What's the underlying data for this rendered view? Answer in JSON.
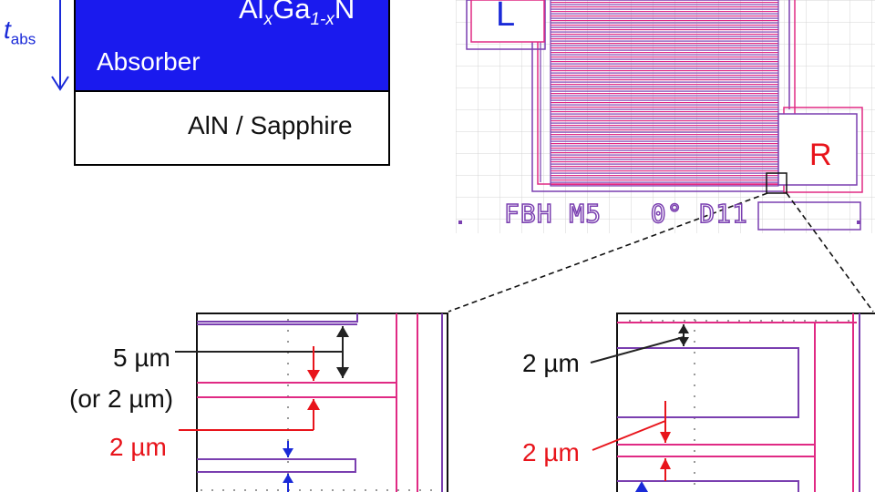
{
  "layer_stack": {
    "thickness_label": "t",
    "thickness_subscript": "abs",
    "absorber_formula": {
      "a": "Al",
      "x": "x",
      "b": "Ga",
      "sub": "1-x",
      "c": "N"
    },
    "absorber_label": "Absorber",
    "substrate_label": "AlN / Sapphire"
  },
  "device_layout": {
    "pad_left_label": "L",
    "pad_right_label": "R",
    "chip_marking": "FBH M5   0° D11",
    "colors": {
      "purple": "#7a3fb0",
      "pink": "#e02a84",
      "grid": "#d4d4d4"
    }
  },
  "zoom_left": {
    "pitch_label": "5 µm",
    "pitch_alt_label": "(or 2 µm)",
    "finger_width_label": "2 µm"
  },
  "zoom_right": {
    "pitch_label": "2 µm",
    "finger_width_label": "2 µm"
  }
}
